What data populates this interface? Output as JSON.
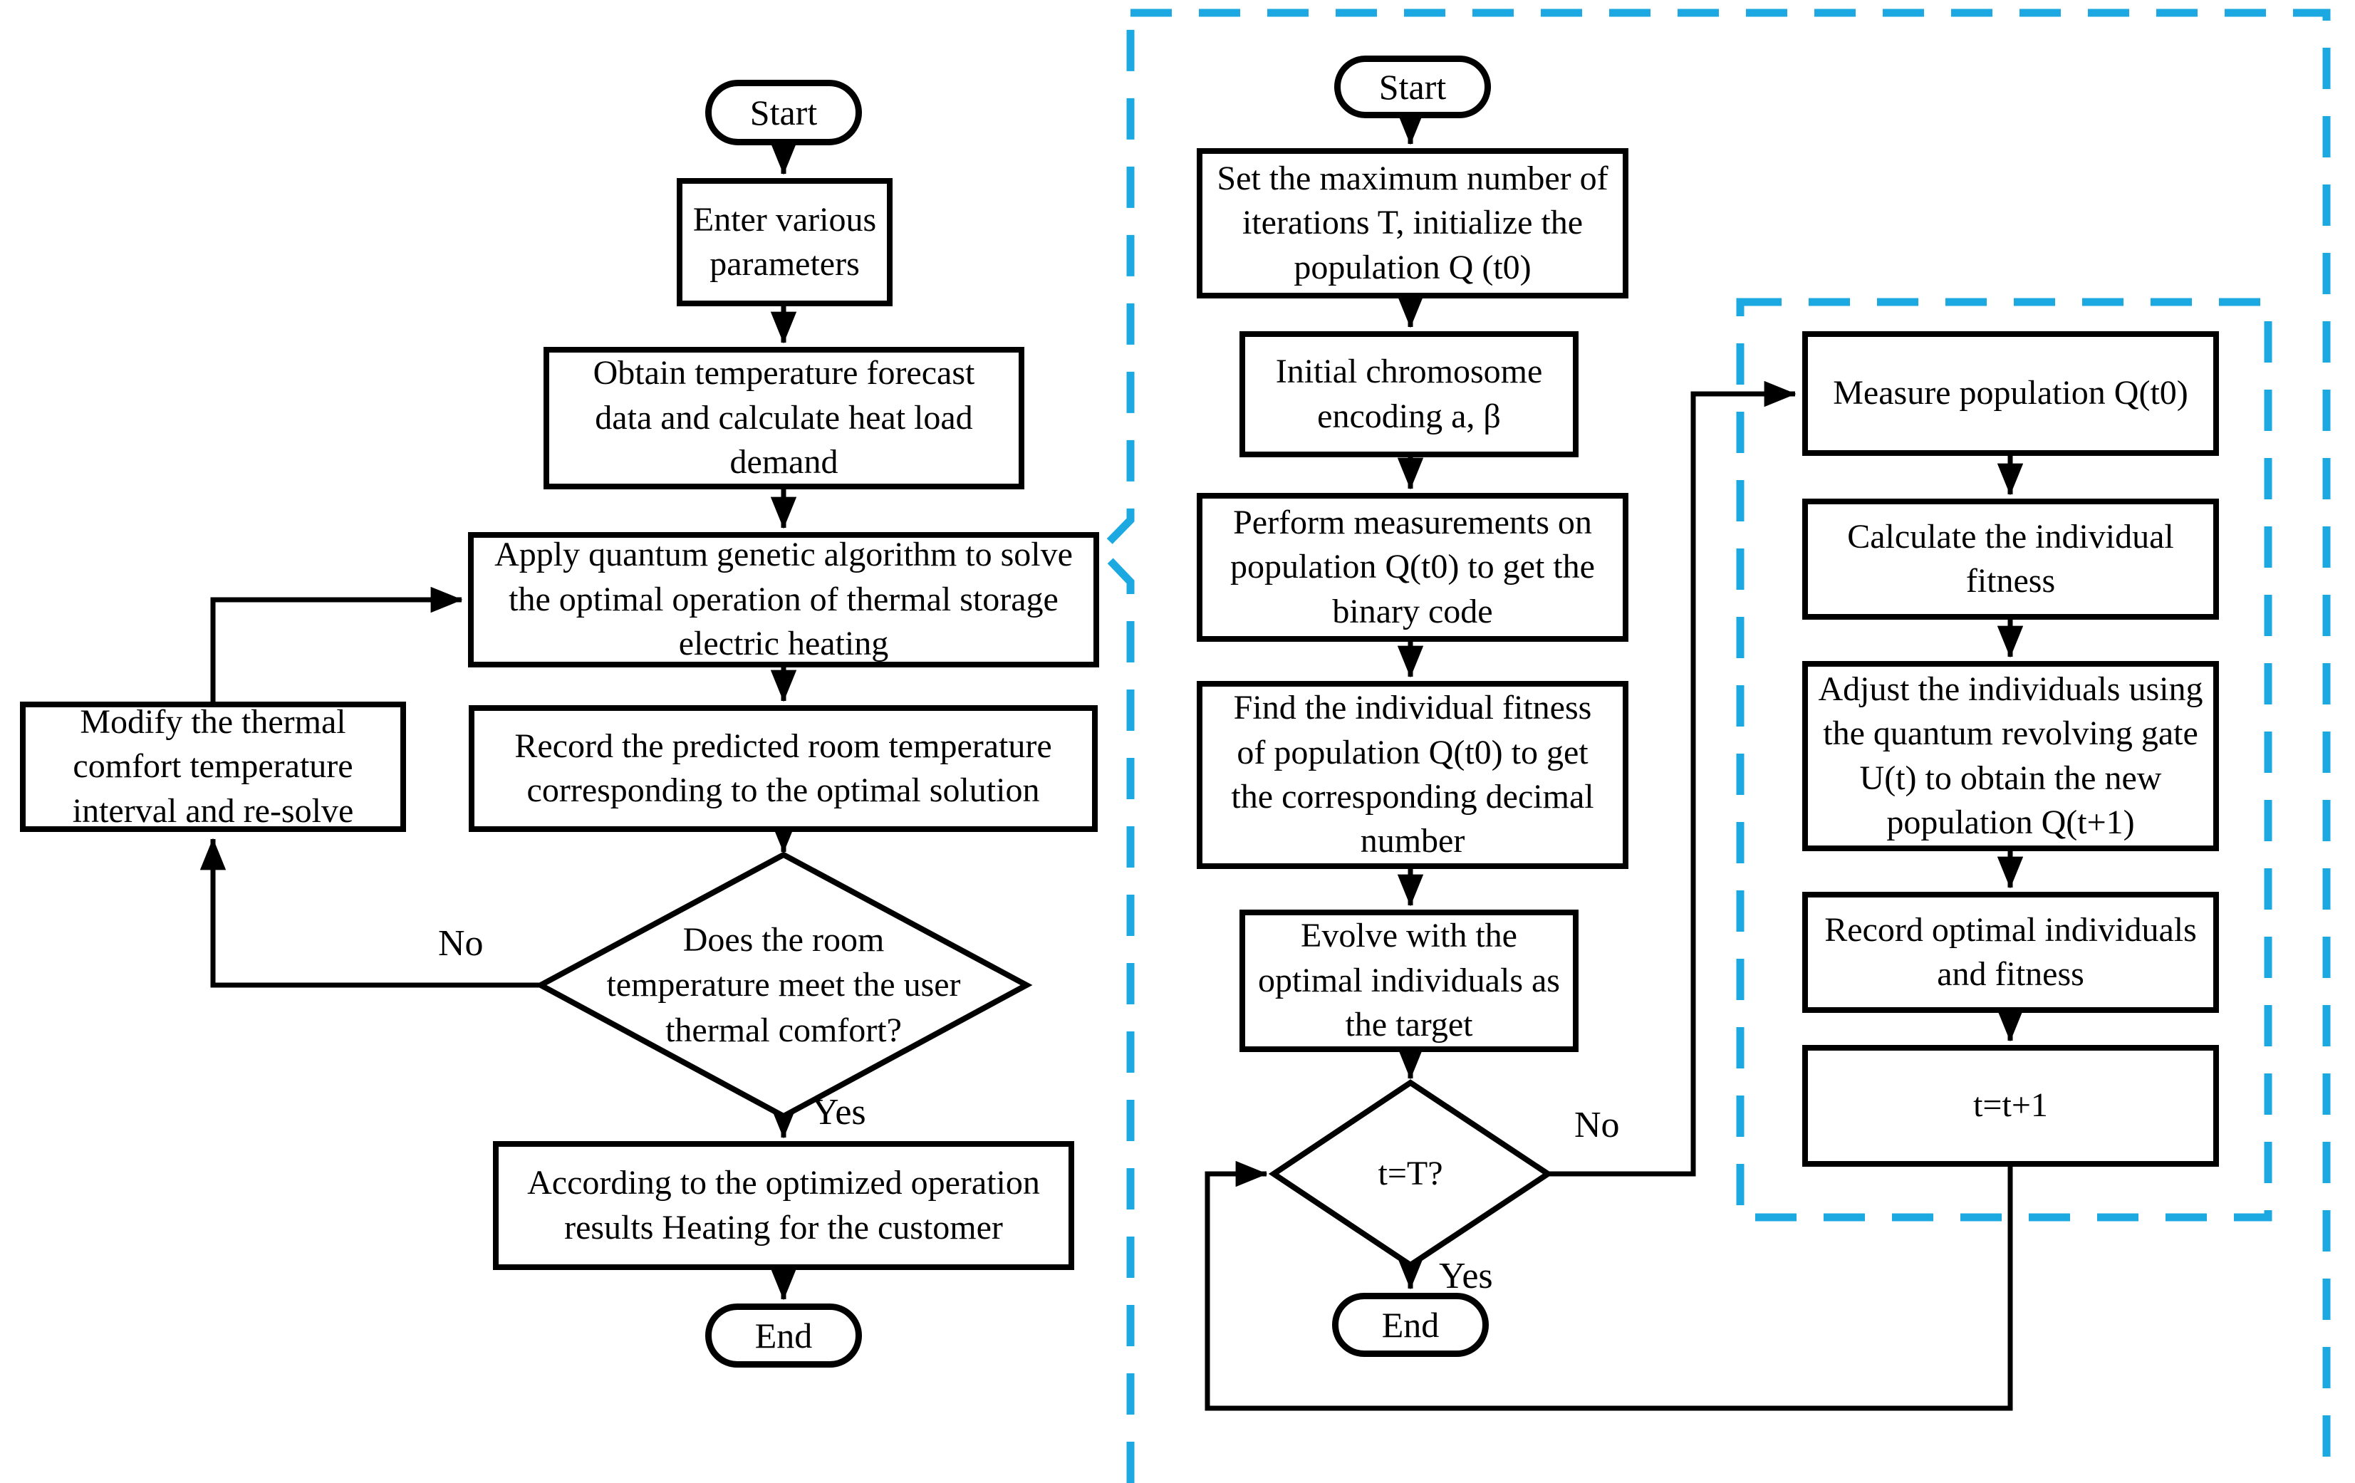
{
  "figure": {
    "description_left": "Main optimization flow for thermal storage electric heating",
    "description_right": "Quantum genetic algorithm detail (dashed callout)"
  },
  "colors": {
    "accent": "#1ca9e2",
    "line": "#000000",
    "background": "#ffffff"
  },
  "left_chart": {
    "start_label": "Start",
    "enter": "Enter various\nparameters",
    "obtain": "Obtain temperature forecast\ndata and calculate heat load\ndemand",
    "apply": "Apply quantum genetic algorithm to solve\nthe optimal operation of thermal storage\nelectric heating",
    "record": "Record the predicted room temperature\ncorresponding to the optimal solution",
    "modify": "Modify the thermal\ncomfort temperature\ninterval and re-solve",
    "decision": "Does the room\ntemperature meet the user\nthermal comfort?",
    "according": "According to the optimized operation\nresults Heating for the customer",
    "end_label": "End",
    "no_label": "No",
    "yes_label": "Yes"
  },
  "right_chart": {
    "start_label": "Start",
    "set_max": "Set the maximum number of\niterations T, initialize the\npopulation Q (t0)",
    "initial_encoding": "Initial chromosome\nencoding a, β",
    "perform_measurements": "Perform measurements on\npopulation Q(t0) to get the\nbinary code",
    "find_fitness": "Find the individual fitness\nof population Q(t0) to get\nthe corresponding decimal\nnumber",
    "evolve": "Evolve with the\noptimal individuals as\nthe target",
    "decision": "t=T?",
    "end_label": "End",
    "no_label": "No",
    "yes_label": "Yes",
    "inner_loop": {
      "measure": "Measure population Q(t0)",
      "calculate": "Calculate the individual\nfitness",
      "adjust": "Adjust the individuals using\nthe quantum revolving gate\nU(t) to obtain the new\npopulation Q(t+1)",
      "record": "Record optimal individuals\nand fitness",
      "increment": "t=t+1"
    }
  }
}
